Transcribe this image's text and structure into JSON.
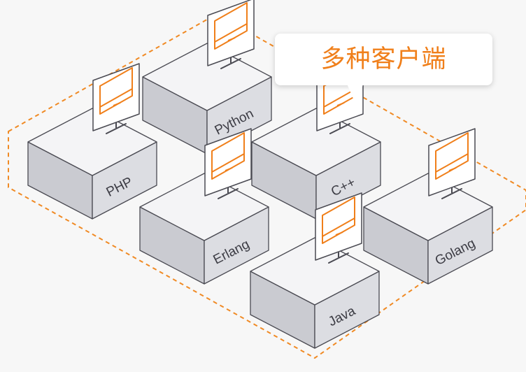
{
  "diagram": {
    "callout": {
      "text": "多种客户端"
    },
    "clients": [
      {
        "id": "python",
        "label": "Python"
      },
      {
        "id": "php",
        "label": "PHP"
      },
      {
        "id": "cpp",
        "label": "C++"
      },
      {
        "id": "erlang",
        "label": "Erlang"
      },
      {
        "id": "golang",
        "label": "Golang"
      },
      {
        "id": "java",
        "label": "Java"
      }
    ],
    "colors": {
      "accent": "#f07f1a",
      "box_top": "#f4f4f6",
      "box_left": "#cacbd1",
      "box_right": "#dcdde2",
      "edge": "#4a4a52",
      "dashed_border": "#f08a24"
    },
    "icons": [
      "monitor-icon"
    ]
  }
}
